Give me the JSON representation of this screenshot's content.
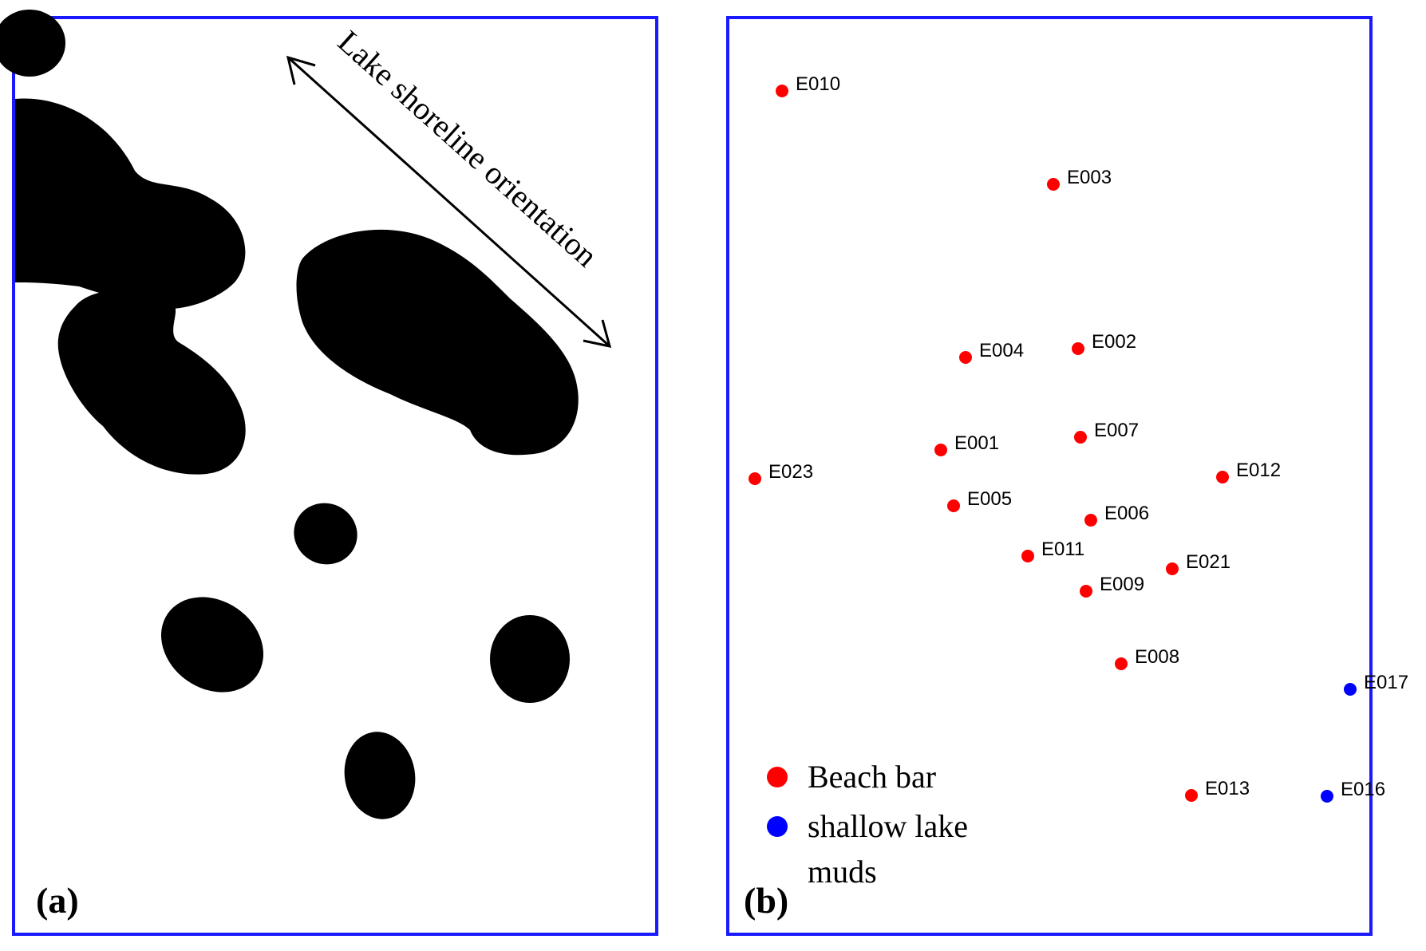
{
  "panel_a": {
    "label": "(a)",
    "annotation": "Lake shoreline orientation"
  },
  "panel_b": {
    "label": "(b)",
    "legend": [
      {
        "name": "Beach bar",
        "color": "#ff0000"
      },
      {
        "name": "shallow lake",
        "color": "#0000ff"
      },
      {
        "name": "muds",
        "color": ""
      }
    ],
    "wells": [
      {
        "id": "E010",
        "type": "beach_bar"
      },
      {
        "id": "E003",
        "type": "beach_bar"
      },
      {
        "id": "E004",
        "type": "beach_bar"
      },
      {
        "id": "E002",
        "type": "beach_bar"
      },
      {
        "id": "E001",
        "type": "beach_bar"
      },
      {
        "id": "E007",
        "type": "beach_bar"
      },
      {
        "id": "E023",
        "type": "beach_bar"
      },
      {
        "id": "E012",
        "type": "beach_bar"
      },
      {
        "id": "E005",
        "type": "beach_bar"
      },
      {
        "id": "E006",
        "type": "beach_bar"
      },
      {
        "id": "E011",
        "type": "beach_bar"
      },
      {
        "id": "E021",
        "type": "beach_bar"
      },
      {
        "id": "E009",
        "type": "beach_bar"
      },
      {
        "id": "E008",
        "type": "beach_bar"
      },
      {
        "id": "E017",
        "type": "shallow_lake_muds"
      },
      {
        "id": "E013",
        "type": "beach_bar"
      },
      {
        "id": "E016",
        "type": "shallow_lake_muds"
      }
    ]
  },
  "colors": {
    "frame": "#1a1aff",
    "beach_bar": "#ff0000",
    "shallow_lake_muds": "#0000ff"
  }
}
